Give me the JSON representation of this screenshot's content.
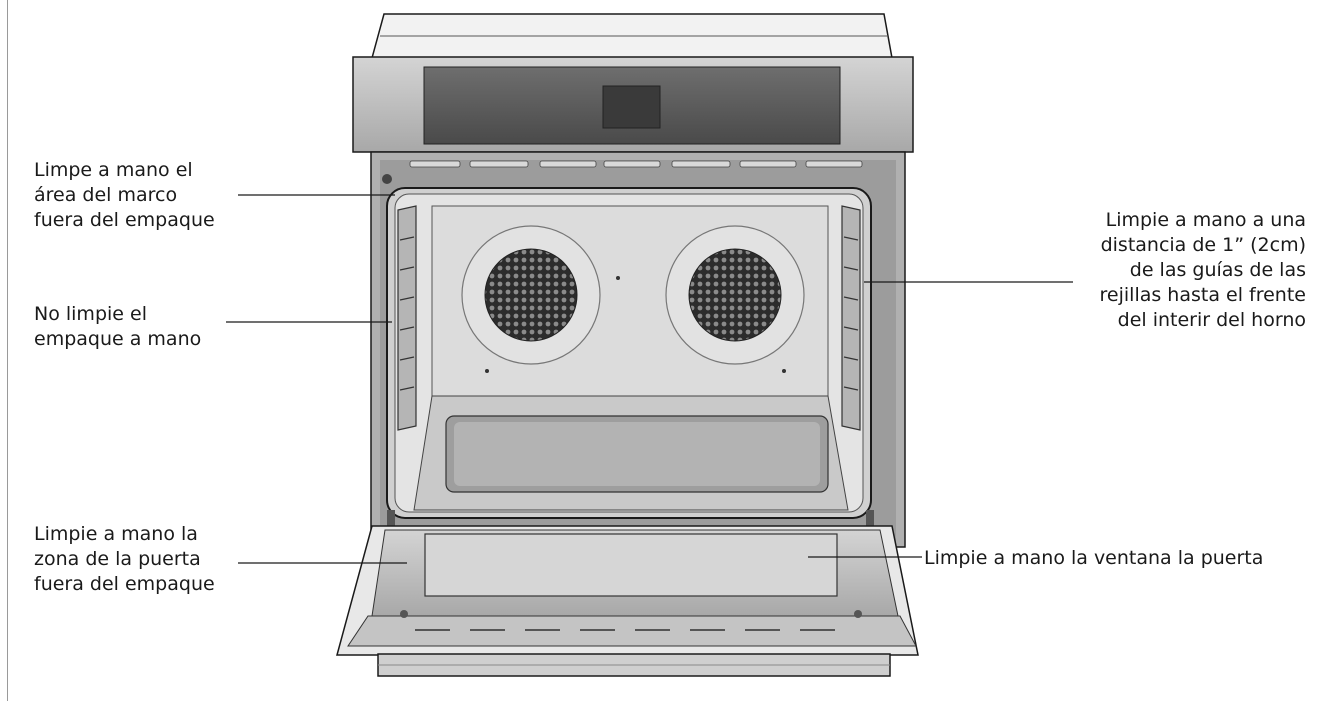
{
  "callouts": {
    "frame_area": {
      "lines": [
        "Limpe a mano el",
        "área del marco",
        "fuera del empaque"
      ]
    },
    "gasket": {
      "lines": [
        "No limpie el",
        "empaque a mano"
      ]
    },
    "rack_guides": {
      "lines": [
        "Limpie a mano a una",
        "distancia de 1” (2cm)",
        "de las guías de las",
        "rejillas hasta el frente",
        "del interir del horno"
      ]
    },
    "door_zone": {
      "lines": [
        "Limpie a mano la",
        "zona de la puerta",
        "fuera del empaque"
      ]
    },
    "door_window": {
      "lines": [
        "Limpie a mano la ventana la puerta"
      ]
    }
  },
  "colors": {
    "line": "#1a1a1a",
    "steel_dark": "#7d7d7d",
    "steel_mid": "#b9b9b9",
    "steel_light": "#dedede",
    "cavity": "#e6e6e6",
    "display": "#5e5e5e"
  }
}
